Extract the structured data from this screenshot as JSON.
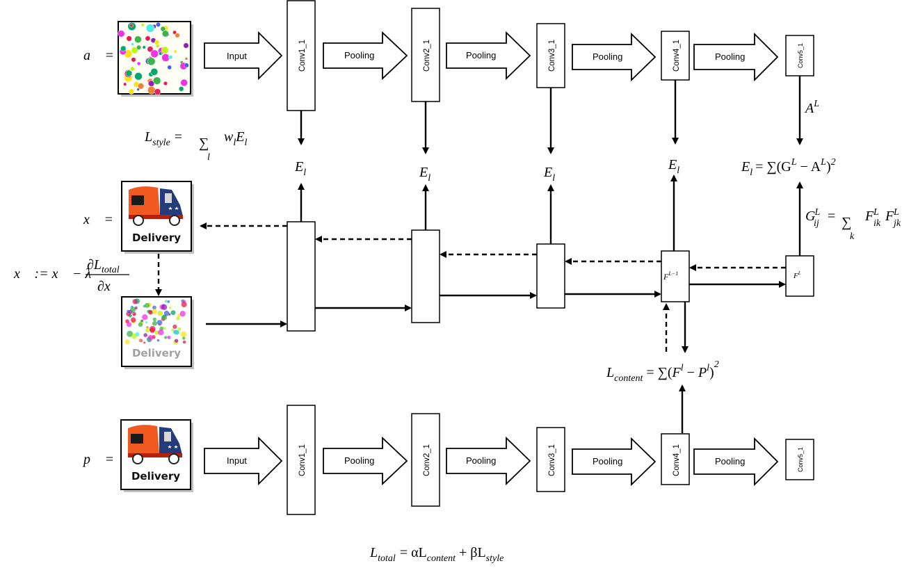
{
  "rows": {
    "style": {
      "var_label": "a⃗ =",
      "image": "flower-pattern-image"
    },
    "generated": {
      "var_label": "x⃗ =",
      "image": "delivery-truck-image",
      "result_image": "stylized-truck-image"
    },
    "content": {
      "var_label": "p⃗ =",
      "image": "delivery-truck-image"
    }
  },
  "layers": [
    "Conv1_1",
    "Conv2_1",
    "Conv3_1",
    "Conv4_1",
    "Conv5_1"
  ],
  "arrows": [
    "Input",
    "Pooling",
    "Pooling",
    "Pooling",
    "Pooling"
  ],
  "equations": {
    "l_style": "L_style = Σ_l w_l E_l",
    "e_l": "E_l",
    "a_l": "A^L",
    "e_l_def": "E_l = Σ(G^L − A^L)^2",
    "gram": "G^L_ij = Σ_k F^L_ik F^L_jk",
    "update": "x⃗ := x⃗ − λ ∂L_total/∂x⃗",
    "l_content": "L_content = Σ(F^l − P^l)^2",
    "l_total": "L_total = αL_content + βL_style"
  },
  "feature_labels": {
    "f_l_minus_1": "F^(L−1)",
    "f_l": "F^L"
  },
  "text": {
    "a_vec": "a⃗ =",
    "x_vec": "x⃗ =",
    "p_vec": "p⃗ =",
    "L": "L",
    "style": "style",
    "eq": "=",
    "sum": "∑",
    "l": "l",
    "w": "w",
    "E": "E",
    "content": "content",
    "total": "total",
    "A": "A",
    "G": "G",
    "ij": "ij",
    "k": "k",
    "F": "F",
    "ik": "ik",
    "jk": "jk",
    "x_update_lhs": "x⃗ := x⃗ − λ",
    "partial_L": "∂L",
    "partial_x": "∂x⃗",
    "sum_paren": "∑(",
    "minus": " − ",
    "P": "P",
    "paren_close": ")",
    "two": "2",
    "e_l_rhs_1": "= ∑(G",
    "e_l_rhs_2": " − A",
    "e_l_rhs_3": ")",
    "alpha_part": "= αL",
    "beta_part": " + βL",
    "f_lm1": "F",
    "lm1_sup": "L−1",
    "fl": "F",
    "fl_sup": "L",
    "delivery": "Delivery"
  }
}
